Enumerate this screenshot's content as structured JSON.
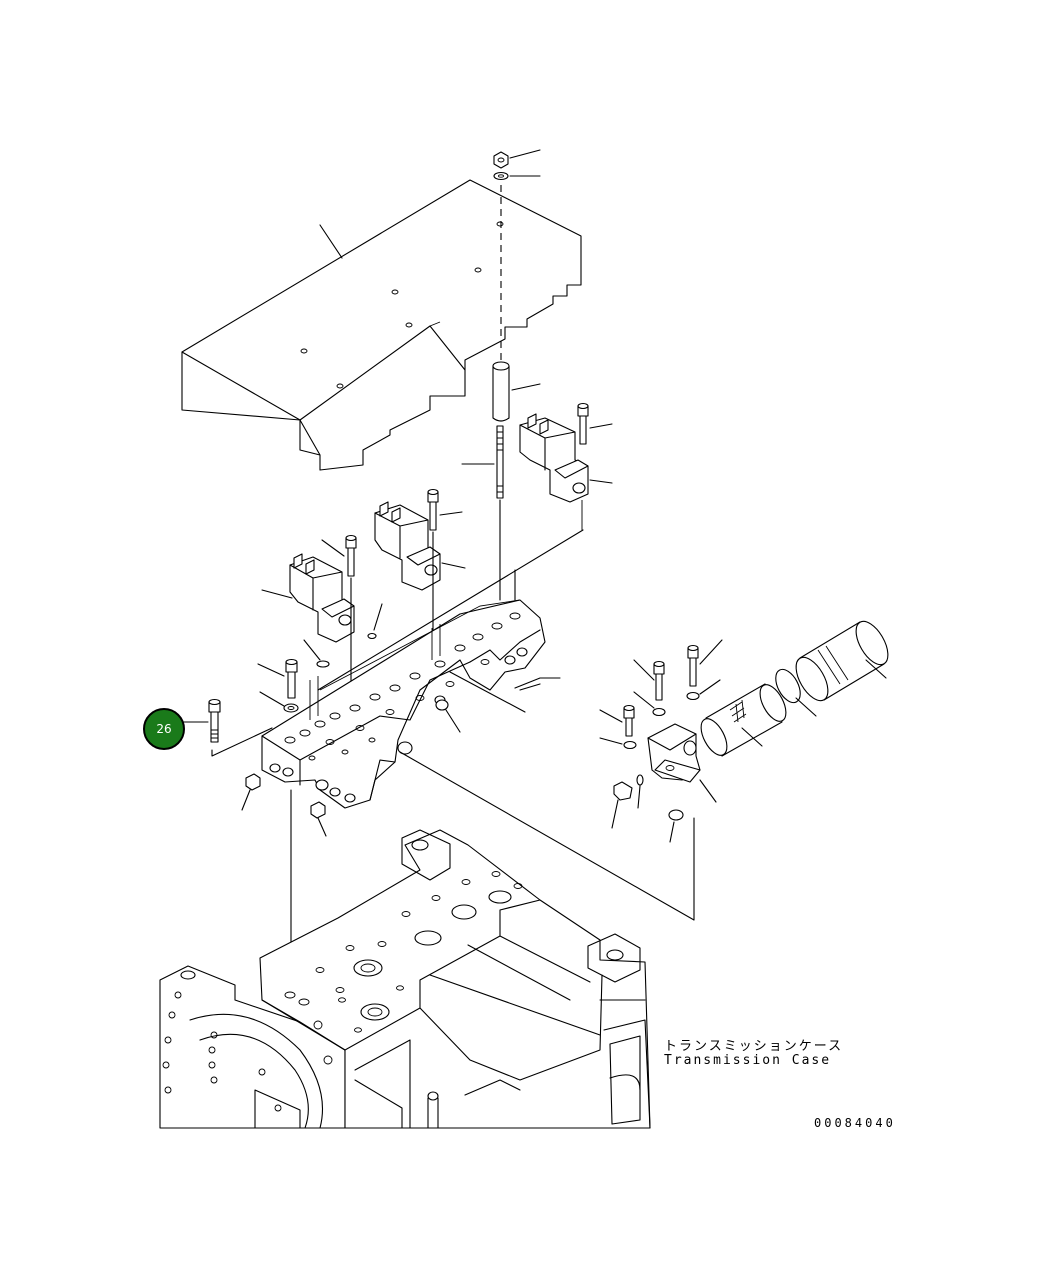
{
  "diagram": {
    "callout": {
      "number": "26",
      "color": "#1a7a1a"
    },
    "case_label": {
      "japanese": "トランスミッションケース",
      "english": "Transmission Case"
    },
    "drawing_number": "00084040"
  }
}
